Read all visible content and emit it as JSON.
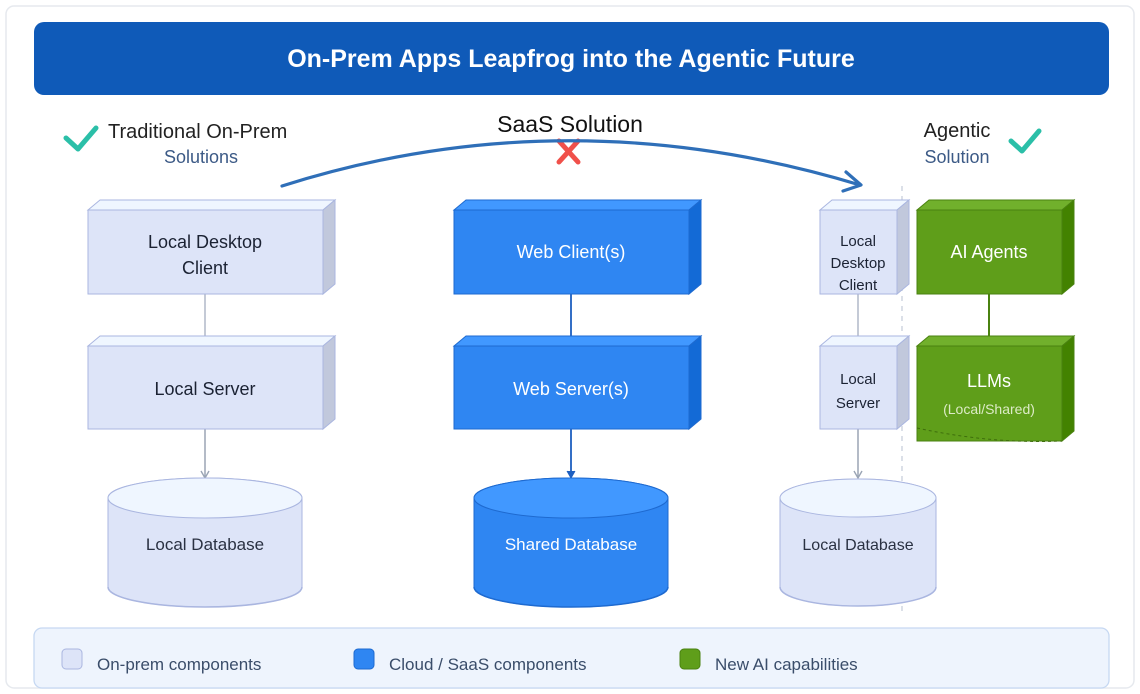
{
  "title": "On-Prem Apps Leapfrog into the Agentic Future",
  "colors": {
    "banner": "#0f5ab8",
    "onprem_face": "#dde4f8",
    "onprem_stroke": "#aab6e0",
    "saas_face": "#2f86f2",
    "saas_stroke": "#1e6ad0",
    "ai_face": "#5f9e1a",
    "ai_stroke": "#4a8210",
    "check": "#2bbfa8",
    "cross": "#f0504a",
    "arc": "#2f6fb8"
  },
  "headers": {
    "traditional": {
      "line1": "Traditional On-Prem",
      "line2": "Solutions",
      "status_icon": "check-icon"
    },
    "saas": {
      "label": "SaaS Solution",
      "status_icon": "cross-icon"
    },
    "agentic": {
      "line1": "Agentic",
      "line2": "Solution",
      "status_icon": "check-icon"
    }
  },
  "columns": {
    "traditional": {
      "client": {
        "line1": "Local Desktop",
        "line2": "Client"
      },
      "server": {
        "label": "Local Server"
      },
      "database": {
        "label": "Local Database"
      }
    },
    "saas": {
      "client": {
        "label": "Web Client(s)"
      },
      "server": {
        "label": "Web Server(s)"
      },
      "database": {
        "label": "Shared Database"
      }
    },
    "agentic": {
      "client": {
        "line1": "Local",
        "line2": "Desktop",
        "line3": "Client"
      },
      "server": {
        "line1": "Local",
        "line2": "Server"
      },
      "database": {
        "label": "Local Database"
      },
      "agents": {
        "label": "AI Agents"
      },
      "llms": {
        "label": "LLMs",
        "sublabel": "(Local/Shared)"
      }
    }
  },
  "legend": [
    {
      "label": "On-prem components",
      "color": "#dde4f8"
    },
    {
      "label": "Cloud / SaaS components",
      "color": "#2f86f2"
    },
    {
      "label": "New AI capabilities",
      "color": "#5f9e1a"
    }
  ]
}
